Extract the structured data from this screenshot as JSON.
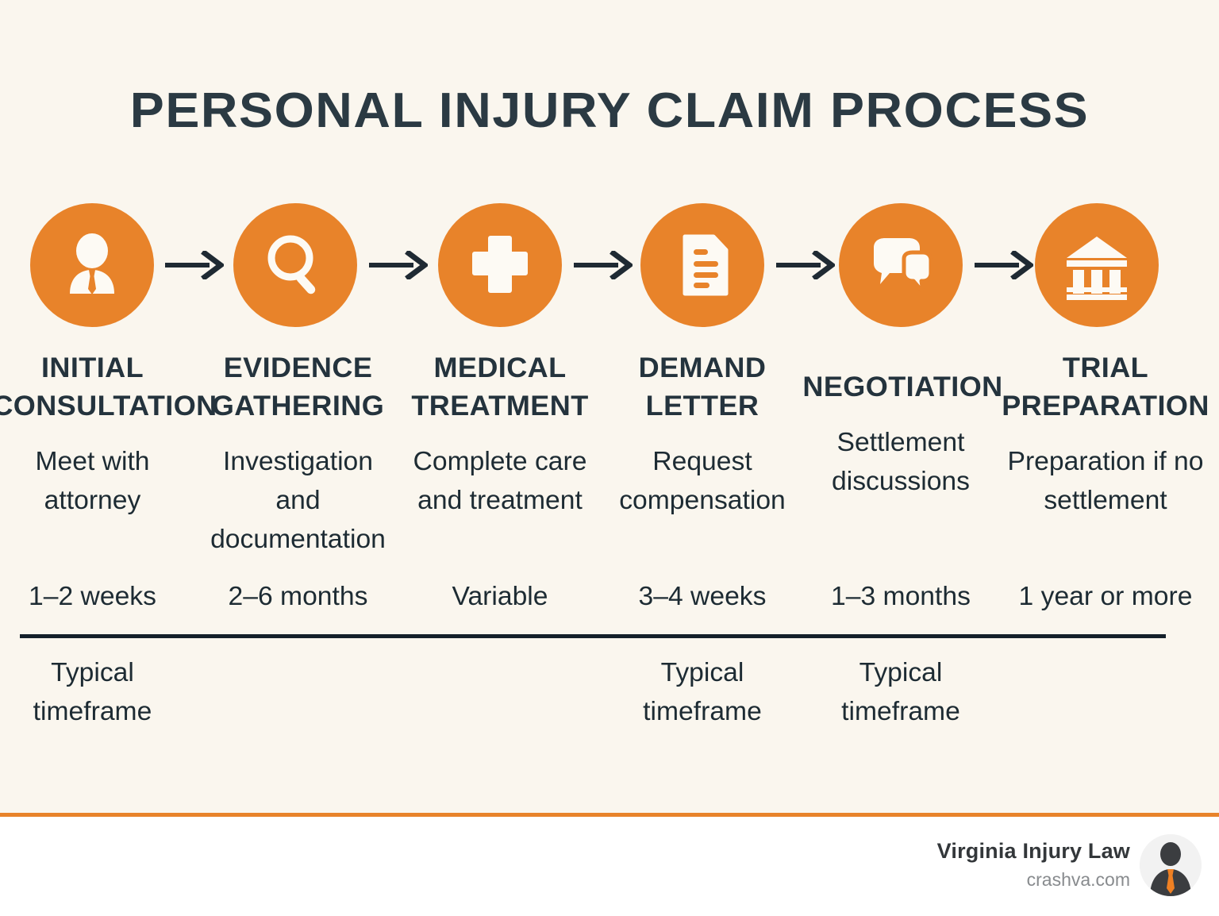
{
  "title": "PERSONAL INJURY CLAIM PROCESS",
  "colors": {
    "background": "#faf6ee",
    "accent_orange": "#e8832a",
    "dark_slate": "#24333d",
    "footer_background": "#ffffff",
    "muted_gray": "#888b8e"
  },
  "steps": [
    {
      "icon": "person-tie-icon",
      "label_line1": "INITIAL",
      "label_line2": "CONSULTATION",
      "description": "Meet with attorney",
      "timeframe": "1–2 weeks",
      "note": "Typical timeframe"
    },
    {
      "icon": "magnifier-icon",
      "label_line1": "EVIDENCE",
      "label_line2": "GATHERING",
      "description": "Investigation and documentation",
      "timeframe": "2–6 months",
      "note": ""
    },
    {
      "icon": "medical-cross-icon",
      "label_line1": "MEDICAL",
      "label_line2": "TREATMENT",
      "description": "Complete care and treatment",
      "timeframe": "Variable",
      "note": ""
    },
    {
      "icon": "document-icon",
      "label_line1": "DEMAND",
      "label_line2": "LETTER",
      "description": "Request compensation",
      "timeframe": "3–4 weeks",
      "note": "Typical timeframe"
    },
    {
      "icon": "speech-bubbles-icon",
      "label_line1": "NEGOTIATION",
      "label_line2": "",
      "description": "Settlement discussions",
      "timeframe": "1–3 months",
      "note": "Typical timeframe"
    },
    {
      "icon": "courthouse-icon",
      "label_line1": "TRIAL",
      "label_line2": "PREPARATION",
      "description": "Preparation if no settlement",
      "timeframe": "1 year or more",
      "note": ""
    }
  ],
  "arrows": {
    "icon": "arrow-right-icon",
    "count": 5
  },
  "footer": {
    "brand_name": "Virginia Injury Law",
    "url": "crashva.com",
    "avatar_icon": "person-silhouette-avatar"
  }
}
